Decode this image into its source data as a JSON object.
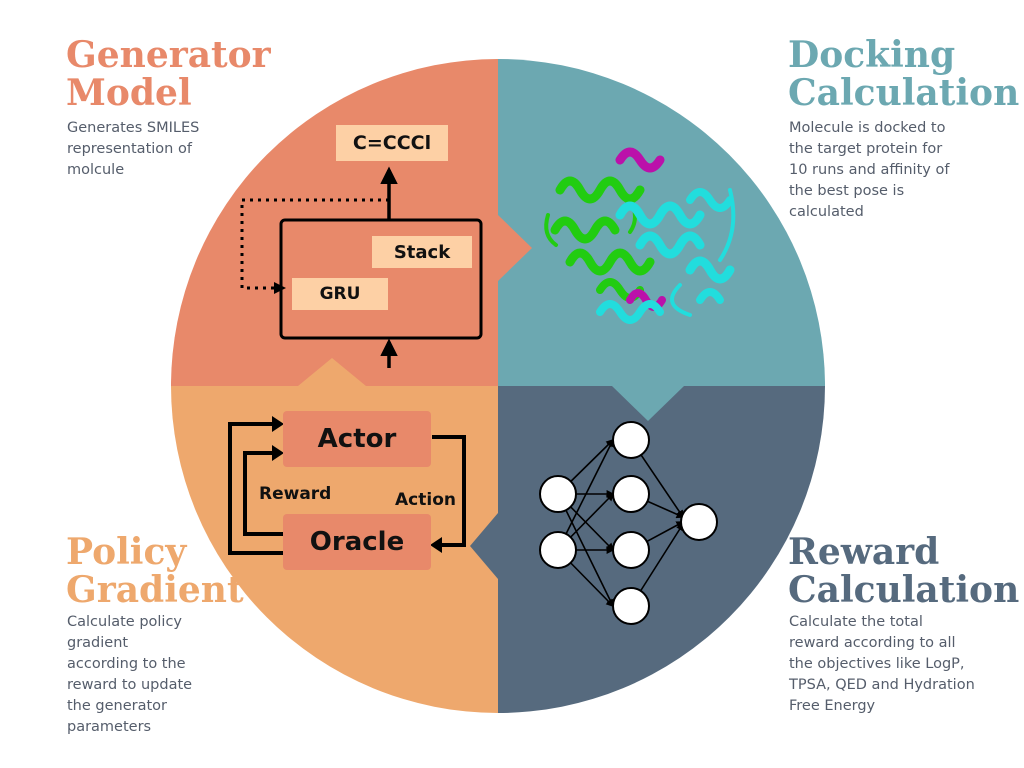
{
  "colors": {
    "generator": "#e8896a",
    "docking": "#6ca8b1",
    "policy": "#eea86d",
    "reward": "#566a7e",
    "box_light": "#fdd0a5",
    "box_mid": "#e8896a"
  },
  "quadrants": {
    "generator": {
      "title": "Generator\nModel",
      "description": "Generates SMILES\nrepresentation of\nmolcule"
    },
    "docking": {
      "title": "Docking\nCalculation",
      "description": "Molecule is docked to\nthe target protein for\n10 runs and affinity of\nthe best pose is\ncalculated"
    },
    "policy": {
      "title": "Policy\nGradient",
      "description": "Calculate policy\ngradient\naccording to the\nreward to update\nthe generator\nparameters"
    },
    "reward": {
      "title": "Reward\nCalculation",
      "description": "Calculate the total\nreward according to all\nthe objectives like LogP,\nTPSA, QED and Hydration\nFree Energy"
    }
  },
  "generator_diagram": {
    "smiles": "C=CCCl",
    "stack_label": "Stack",
    "gru_label": "GRU"
  },
  "policy_diagram": {
    "actor_label": "Actor",
    "oracle_label": "Oracle",
    "reward_label": "Reward",
    "action_label": "Action"
  },
  "network_icon": "neural-network-icon",
  "protein_icon": "protein-ribbon-icon"
}
